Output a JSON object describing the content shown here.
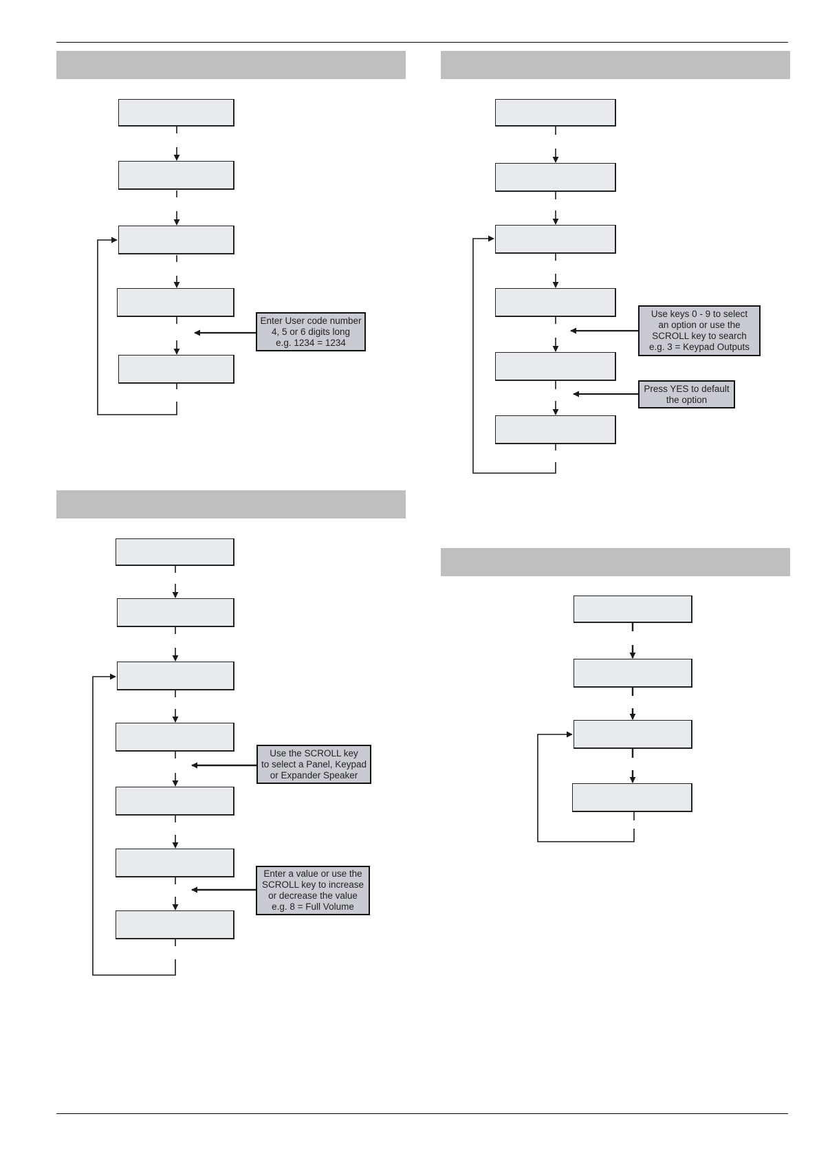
{
  "flowcharts": [
    {
      "id": "top-left",
      "boxes": 5,
      "notes": [
        {
          "lines": [
            "Enter User code number",
            "4, 5 or 6 digits long",
            "e.g. 1234 = 1234"
          ]
        }
      ]
    },
    {
      "id": "top-right",
      "boxes": 6,
      "notes": [
        {
          "lines": [
            "Use keys 0 - 9 to select",
            "an option or use the",
            "SCROLL key to search",
            "e.g. 3 = Keypad Outputs"
          ]
        },
        {
          "lines": [
            "Press YES to default",
            "the option"
          ]
        }
      ]
    },
    {
      "id": "bottom-left",
      "boxes": 7,
      "notes": [
        {
          "lines": [
            "Use the SCROLL key",
            "to select a Panel, Keypad",
            "or Expander Speaker"
          ]
        },
        {
          "lines": [
            "Enter a value or use the",
            "SCROLL key to increase",
            "or decrease the value",
            "e.g. 8 = Full Volume"
          ]
        }
      ]
    },
    {
      "id": "bottom-right",
      "boxes": 4,
      "notes": []
    }
  ],
  "colors": {
    "header_bar": "#bfbfbf",
    "lcd_fill": "#e8ebee",
    "note_fill": "#c8cbd1",
    "line": "#1a1a1a"
  }
}
